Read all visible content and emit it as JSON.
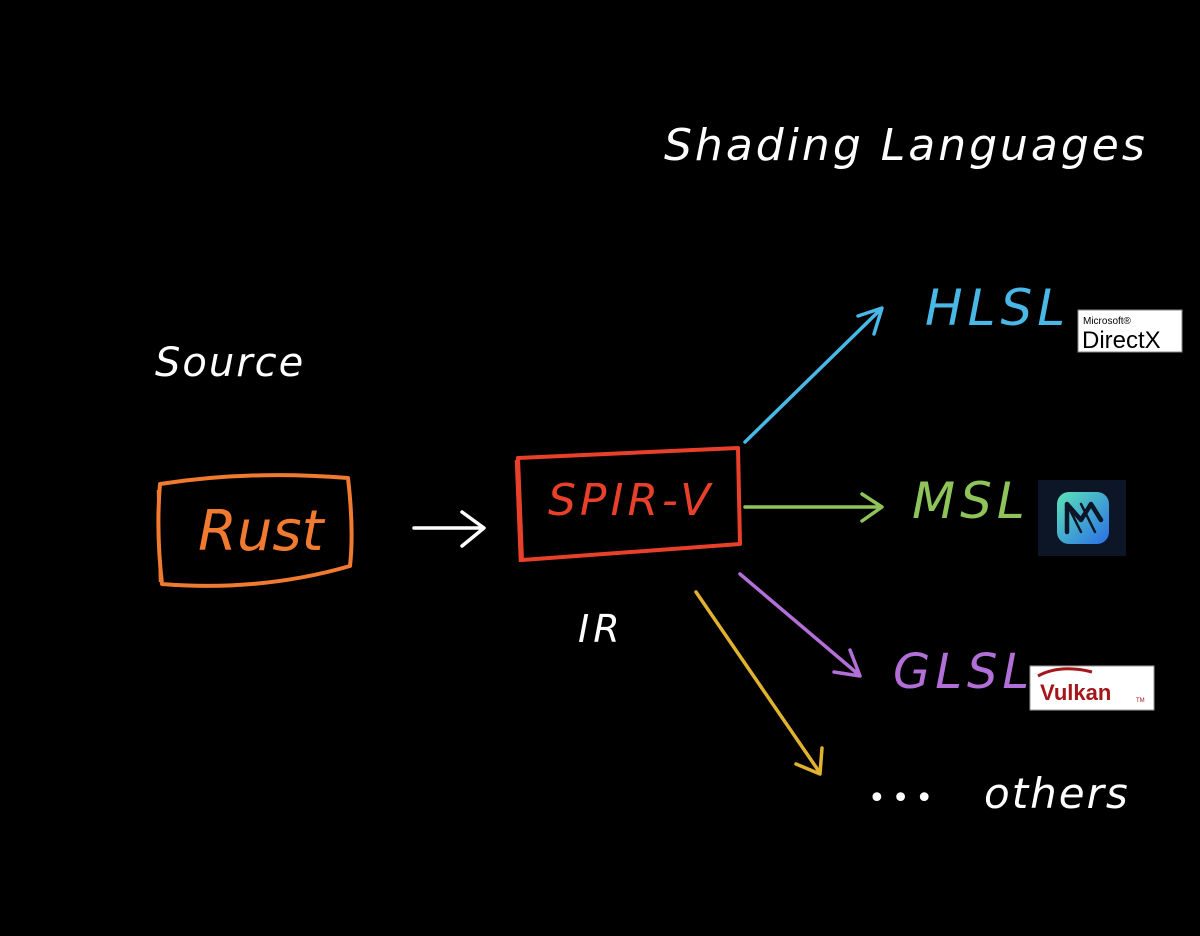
{
  "labels": {
    "header": "Shading Languages",
    "source": "Source",
    "ir": "IR",
    "rust": "Rust",
    "spirv": "SPIR-V",
    "hlsl": "HLSL",
    "msl": "MSL",
    "glsl": "GLSL",
    "dots": "•••",
    "others": "others"
  },
  "logos": {
    "directx_small": "Microsoft®",
    "directx_big": "DirectX",
    "directx_tm": "®",
    "vulkan": "Vulkan",
    "vulkan_tm": "TM"
  },
  "colors": {
    "background": "#000000",
    "text": "#ffffff",
    "rust": "#f07a30",
    "spirv": "#e8402a",
    "hlsl": "#49b8e6",
    "msl": "#8fc45a",
    "glsl": "#b36fd8",
    "others": "#e0b22f",
    "vulkan": "#a4161a"
  }
}
